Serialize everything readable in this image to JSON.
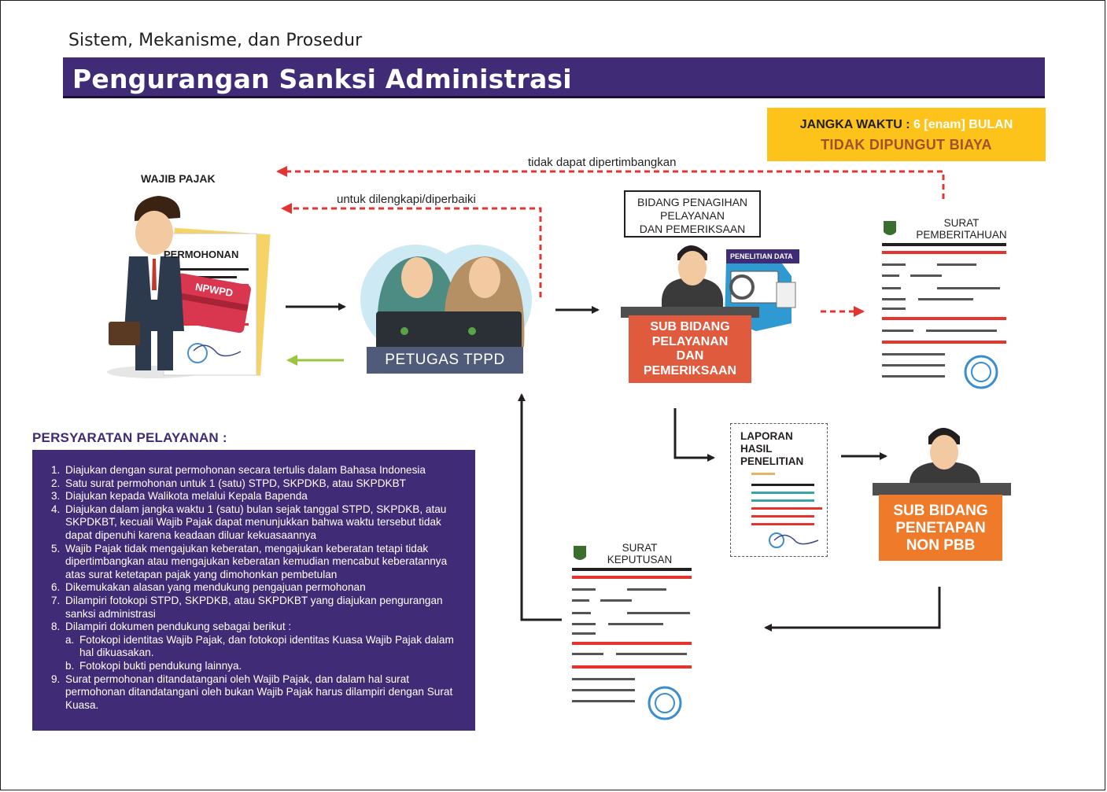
{
  "header": {
    "supertitle": "Sistem, Mekanisme, dan Prosedur",
    "title": "Pengurangan Sanksi Administrasi"
  },
  "time_info": {
    "label": "JANGKA WAKTU",
    "separator": " : ",
    "value": "6 [enam] BULAN",
    "fee": "TIDAK DIPUNGUT BIAYA"
  },
  "flow": {
    "wajib_pajak_label": "WAJIB PAJAK",
    "permohonan_label": "PERMOHONAN",
    "npwpd_label": "NPWPD",
    "petugas_label": "PETUGAS TPPD",
    "return_label": "untuk dilengkapi/diperbaiki",
    "reject_label": "tidak dapat dipertimbangkan",
    "bidang_box": "BIDANG PENAGIHAN\nPELAYANAN\nDAN PEMERIKSAAN",
    "penelitian_label": "PENELITIAN DATA",
    "sub_bidang_1": "SUB BIDANG\nPELAYANAN\nDAN\nPEMERIKSAAN",
    "surat_pemberitahuan": "SURAT\nPEMBERITAHUAN",
    "laporan": "LAPORAN\nHASIL\nPENELITIAN",
    "sub_bidang_2": "SUB BIDANG\nPENETAPAN\nNON PBB",
    "surat_keputusan": "SURAT\nKEPUTUSAN"
  },
  "requirements": {
    "title": "PERSYARATAN PELAYANAN :",
    "items": [
      {
        "num": "1.",
        "text": "Diajukan dengan surat permohonan secara tertulis dalam Bahasa Indonesia"
      },
      {
        "num": "2.",
        "text": "Satu surat permohonan untuk 1 (satu) STPD, SKPDKB, atau SKPDKBT"
      },
      {
        "num": "3.",
        "text": "Diajukan kepada Walikota melalui Kepala Bapenda"
      },
      {
        "num": "4.",
        "text": "Diajukan dalam jangka waktu 1 (satu) bulan sejak tanggal STPD, SKPDKB, atau SKPDKBT, kecuali Wajib Pajak dapat menunjukkan bahwa waktu tersebut tidak dapat dipenuhi karena keadaan diluar kekuasaannya"
      },
      {
        "num": "5.",
        "text": "Wajib Pajak tidak mengajukan keberatan, mengajukan keberatan tetapi tidak dipertimbangkan atau mengajukan keberatan kemudian mencabut keberatannya atas surat ketetapan pajak yang dimohonkan pembetulan"
      },
      {
        "num": "6.",
        "text": "Dikemukakan alasan yang mendukung pengajuan permohonan"
      },
      {
        "num": "7.",
        "text": "Dilampiri fotokopi STPD, SKPDKB, atau SKPDKBT yang diajukan pengurangan sanksi administrasi"
      },
      {
        "num": "8.",
        "text": "Dilampiri dokumen pendukung sebagai berikut :"
      },
      {
        "num": "a.",
        "text": "Fotokopi identitas Wajib Pajak, dan fotokopi identitas Kuasa Wajib Pajak dalam hal dikuasakan.",
        "sub": true
      },
      {
        "num": "b.",
        "text": "Fotokopi bukti pendukung lainnya.",
        "sub": true
      },
      {
        "num": "9.",
        "text": "Surat permohonan ditandatangani oleh Wajib Pajak, dan dalam hal surat permohonan ditandatangani oleh bukan Wajib Pajak harus dilampiri dengan Surat Kuasa."
      }
    ]
  },
  "colors": {
    "purple": "#3f2b76",
    "yellow": "#fdc31b",
    "red_dashed": "#e3342f",
    "orange": "#ee7a2a",
    "coral": "#e05a3e",
    "green_arrow": "#9bc53d"
  }
}
